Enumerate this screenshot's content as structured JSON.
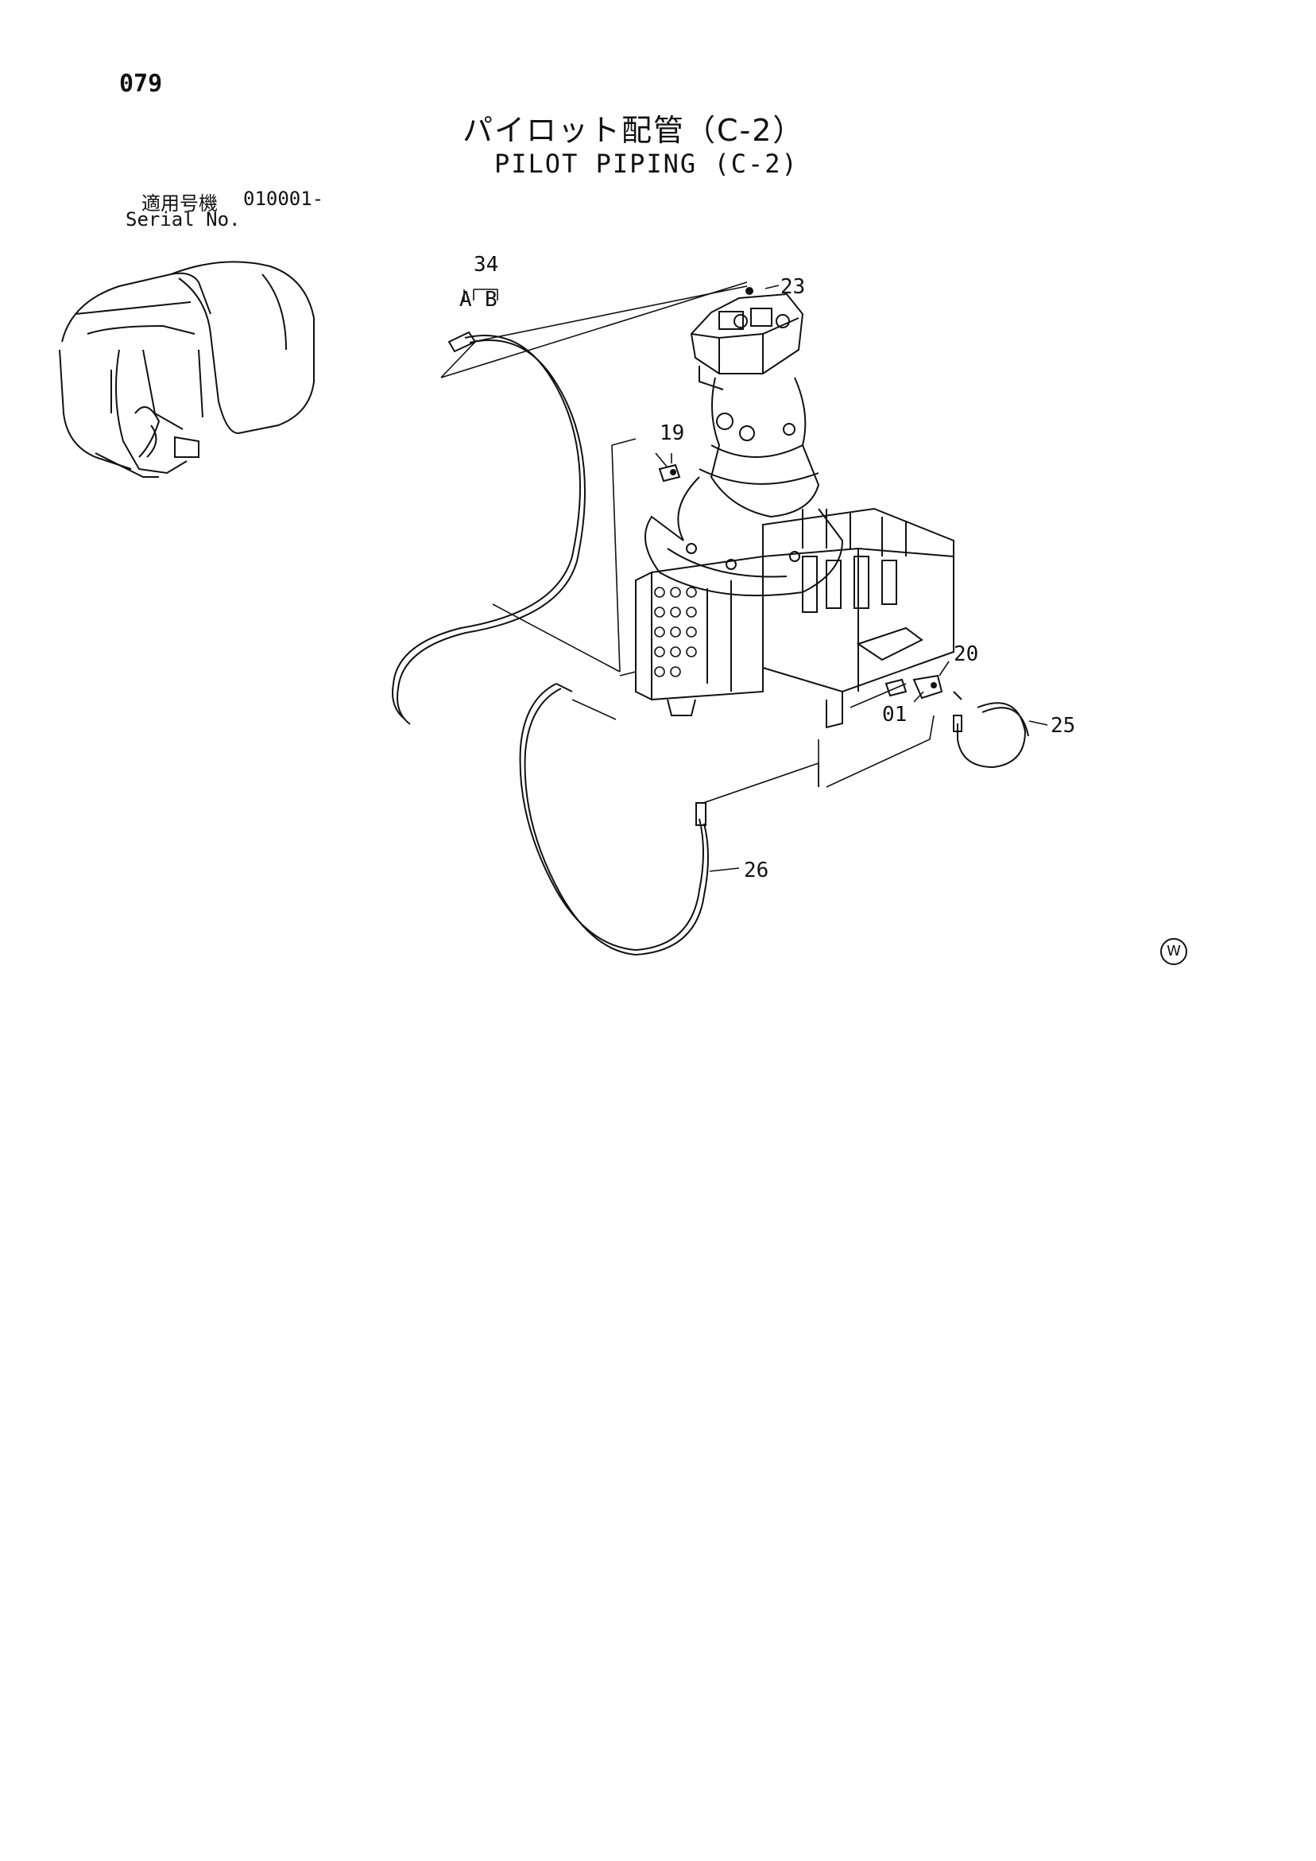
{
  "page": {
    "number": "079"
  },
  "title": {
    "japanese": "パイロット配管（C-2）",
    "english": "PILOT PIPING (C-2)"
  },
  "serial": {
    "label_ja": "適用号機",
    "value": "010001-",
    "label_en": "Serial No."
  },
  "callouts": {
    "c34": "34",
    "c34a": "A",
    "c34b": "B",
    "c23": "23",
    "c19": "19",
    "c20": "20",
    "c01": "01",
    "c25": "25",
    "c26": "26"
  },
  "watermark": "W"
}
